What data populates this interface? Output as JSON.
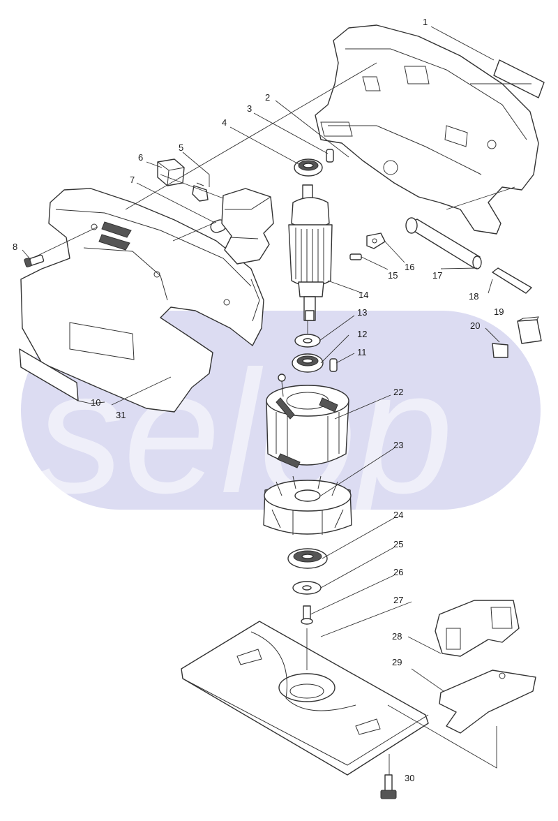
{
  "watermark": {
    "text": "selop",
    "color": "#dcdcf2"
  },
  "labels": {
    "p1": "1",
    "p2": "2",
    "p3": "3",
    "p4": "4",
    "p5": "5",
    "p6": "6",
    "p7": "7",
    "p8": "8",
    "p10": "10",
    "p11": "11",
    "p12": "12",
    "p13": "13",
    "p14": "14",
    "p15": "15",
    "p16": "16",
    "p17": "17",
    "p18": "18",
    "p19": "19",
    "p20": "20",
    "p22": "22",
    "p23": "23",
    "p24": "24",
    "p25": "25",
    "p26": "26",
    "p27": "27",
    "p28": "28",
    "p29": "29",
    "p30": "30",
    "p31": "31"
  }
}
